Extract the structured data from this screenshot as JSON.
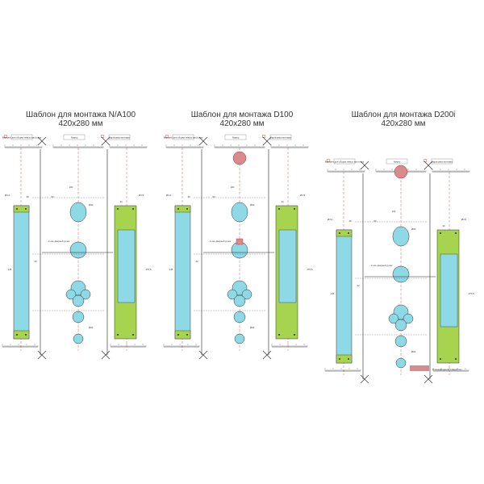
{
  "templates": [
    {
      "id": "na100",
      "title_line1": "Шаблон для монтажа N/A100",
      "title_line2": "420x280 мм",
      "labels": [
        "Вариант для сборки левых заготовок",
        "Номер",
        "Зарисовка монтажа"
      ],
      "has_top_red_hole": false,
      "has_mid_red_hole": false
    },
    {
      "id": "d100",
      "title_line1": "Шаблон для монтажа D100",
      "title_line2": "420x280 мм",
      "labels": [
        "Вариант для сборки левых заготовок",
        "Номер",
        "Зарисовка монтажа"
      ],
      "has_top_red_hole": true,
      "has_mid_red_hole": true
    },
    {
      "id": "d200i",
      "title_line1": "Шаблон для монтажа D200i",
      "title_line2": "420x280 мм",
      "labels": [
        "Вариант для сборки левых заготовок",
        "Номер",
        "Зарисовка монтажа"
      ],
      "has_top_red_hole": true,
      "has_mid_red_hole": false
    }
  ],
  "legend": {
    "text": "Отсекающиеся отверстия",
    "swatch_color": "#d98a8a"
  },
  "dims": {
    "lock_axis": "2 ось дверной ручки",
    "d40": "Ø40",
    "d20": "Ø20",
    "d42": "Ø4,2",
    "d45": "Ø4,5",
    "w100": "100",
    "w60": "60",
    "w40": "40",
    "w34": "34",
    "h245": "245",
    "h270": "270,5",
    "h42": "42"
  },
  "colors": {
    "cyan": "#8ed9e6",
    "green": "#a7d44f",
    "red_hole": "#d98a8a",
    "line": "#444444",
    "axis": "#cc3333"
  }
}
